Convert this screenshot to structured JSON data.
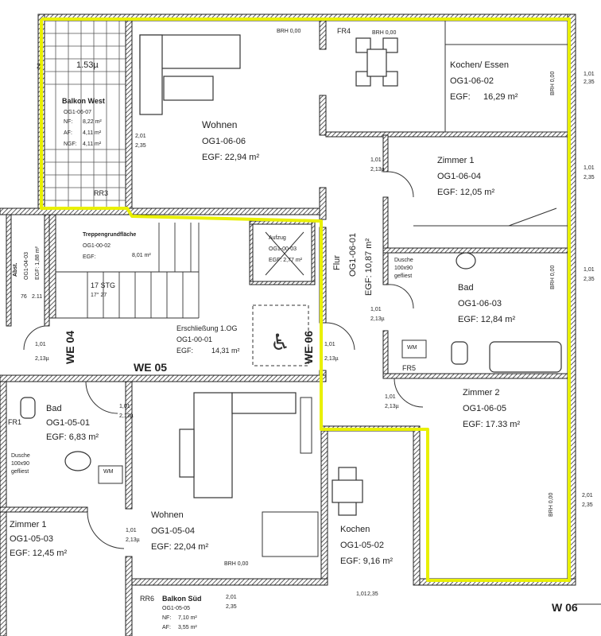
{
  "colors": {
    "walls": "#2a2a2a",
    "hatch": "#555555",
    "highlight": "#e9f000",
    "paper": "#ffffff"
  },
  "labels": {
    "fr4": "FR4",
    "fr1": "FR1",
    "fr5": "FR5",
    "rr3": "RR3",
    "rr6": "RR6",
    "brh": "BRH 0,00",
    "dim_101": "1,01",
    "dim_201": "2,01",
    "dim_213": "2,13µ",
    "dim_235": "2,35",
    "w06": "W 06",
    "we04": "WE 04",
    "we05": "WE 05",
    "we06": "WE 06",
    "dim_153": "1.53µ",
    "dim_2": "2",
    "dim_76": "76",
    "dim_211": "2.11"
  },
  "rooms": {
    "balkon_west": {
      "name": "Balkon West",
      "id": "OG1-06-07",
      "nf": "NF:",
      "nf_val": "8,22 m²",
      "af": "AF:",
      "af_val": "4,11 m²",
      "ngf": "NGF:",
      "ngf_val": "4,11 m²"
    },
    "wohnen_06": {
      "name": "Wohnen",
      "id": "OG1-06-06",
      "egf": "EGF: 22,94 m²"
    },
    "kochen_essen": {
      "name": "Kochen/ Essen",
      "id": "OG1-06-02",
      "egf": "EGF:",
      "egf_val": "16,29 m²"
    },
    "zimmer1_06": {
      "name": "Zimmer 1",
      "id": "OG1-06-04",
      "egf": "EGF: 12,05 m²"
    },
    "flur": {
      "name": "Flur",
      "id": "OG1-06-01",
      "egf": "EGF: 10,87 m²"
    },
    "bad_06": {
      "name": "Bad",
      "id": "OG1-06-03",
      "egf": "EGF: 12,84 m²"
    },
    "dusche_06": {
      "l1": "Dusche",
      "l2": "100x90",
      "l3": "gefliest"
    },
    "wm_06": "WM",
    "zimmer2_06": {
      "name": "Zimmer 2",
      "id": "OG1-06-05",
      "egf": "EGF: 17.33 m²"
    },
    "treppe": {
      "name": "Treppengrundfläche",
      "id": "OG1-00-02",
      "egf": "EGF:",
      "egf_val": "8,01 m²",
      "stg": "17 STG",
      "stg2": "17° 27"
    },
    "aufzug": {
      "name": "Aufzug",
      "id": "OG1-00-03",
      "egf": "EGF: 2,77 m²"
    },
    "erschliessung": {
      "name": "Erschließung 1.OG",
      "id": "OG1-00-01",
      "egf": "EGF:",
      "egf_val": "14,31 m²"
    },
    "abst": {
      "name": "Abst.",
      "id": "OG1-04-03",
      "egf": "EGF: 1,88 m²"
    },
    "bad_05": {
      "name": "Bad",
      "id": "OG1-05-01",
      "egf": "EGF: 6,83 m²"
    },
    "dusche_05": {
      "l1": "Dusche",
      "l2": "100x90",
      "l3": "gefliest"
    },
    "wm_05": "WM",
    "zimmer1_05": {
      "name": "Zimmer 1",
      "id": "OG1-05-03",
      "egf": "EGF: 12,45 m²"
    },
    "wohnen_05": {
      "name": "Wohnen",
      "id": "OG1-05-04",
      "egf": "EGF: 22,04 m²"
    },
    "kochen_05": {
      "name": "Kochen",
      "id": "OG1-05-02",
      "egf": "EGF: 9,16 m²"
    },
    "balkon_sued": {
      "name": "Balkon Süd",
      "id": "OG1-05-05",
      "nf": "NF:",
      "nf_val": "7,10 m²",
      "af": "AF:",
      "af_val": "3,55 m²"
    }
  }
}
